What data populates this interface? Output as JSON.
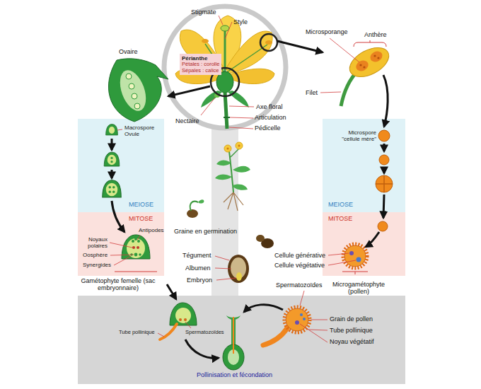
{
  "diagram": {
    "nodes": [
      {
        "text": [
          "Périanthe",
          "Pétales : corolle",
          "Sépales : calice"
        ]
      },
      {
        "text": [
          "MEIOSE"
        ]
      },
      {
        "text": [
          "MITOSE"
        ]
      },
      {
        "text": [
          "MEIOSE"
        ]
      },
      {
        "text": [
          "MITOSE"
        ]
      },
      {
        "text": [
          "Pollinisation et fécondation"
        ]
      }
    ],
    "labels": [
      "Stigmate",
      "Style",
      "Microsporange",
      "Anthère",
      "Ovaire",
      "Filet",
      "Axe floral",
      "Nectaire",
      "Articulation",
      "Pédicelle",
      "Macrospore Ovule",
      "Microspore \"cellule mère\"",
      "Antipodes",
      "Noyaux polaires",
      "Oosphère",
      "Synergides",
      "Gamétophyte femelle (sac embryonnaire)",
      "Graine en germination",
      "Tégument",
      "Albumen",
      "Embryon",
      "Cellule générative",
      "Cellule végétative",
      "Spermatozoïdes",
      "Microgamétophyte (pollen)",
      "Grain de pollen",
      "Tube pollinique",
      "Noyau végétatif",
      "Tube pollinique",
      "Spermatozoïdes"
    ]
  }
}
